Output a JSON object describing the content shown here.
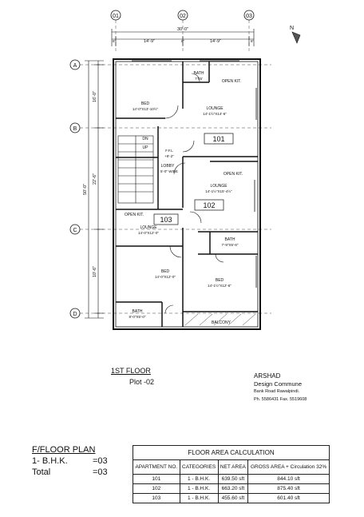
{
  "plan": {
    "grid_columns": [
      "01",
      "02",
      "03"
    ],
    "grid_rows": [
      "A",
      "B",
      "C",
      "D"
    ],
    "north_label": "N",
    "dims_top": {
      "overall": "30'-0\"",
      "bay_1": "14'-9\"",
      "bay_2": "14'-9\"",
      "edge_1": "6\"",
      "edge_2": "6\"",
      "edge_3": "6\""
    },
    "dims_left": {
      "overall": "50'-0\"",
      "seg_a": "16'-0\"",
      "seg_b": "22'-6\"",
      "seg_c": "10'-6\""
    },
    "rooms": [
      {
        "name": "BED",
        "size": "14'-0\"X13'-10½\""
      },
      {
        "name": "BATH",
        "size": "7'X5'"
      },
      {
        "name": "OPEN KIT."
      },
      {
        "name": "LOUNGE",
        "size": "14'-1½\"X14'-6\""
      },
      {
        "name": "DN"
      },
      {
        "name": "UP"
      },
      {
        "name": "F.F.L",
        "size": "+8'-2\""
      },
      {
        "name": "LOBBY",
        "size": "5'-0\" WIDE"
      },
      {
        "name": "OPEN KIT."
      },
      {
        "name": "LOUNGE",
        "size": "14'-1½\"X15'-4½\""
      },
      {
        "name": "OPEN KIT."
      },
      {
        "name": "LOUNGE",
        "size": "14'-0\"X12'-0\""
      },
      {
        "name": "BATH",
        "size": "7'-9\"X5'-6\""
      },
      {
        "name": "BED",
        "size": "14'-0\"X12'-0\""
      },
      {
        "name": "BED",
        "size": "14'-1½\"X12'-6\""
      },
      {
        "name": "BATH",
        "size": "8'-0\"X5'-0\""
      },
      {
        "name": "BALCONY"
      }
    ],
    "apartment_tags": [
      "101",
      "102",
      "103"
    ]
  },
  "sheet": {
    "floor_title": "1ST FLOOR",
    "plot": "Plot -02",
    "architect": {
      "name": "ARSHAD",
      "firm": "Design Commune",
      "address": "Bank Road Rawalpindi.",
      "contact": "Ph. 5586431   Fax. 5519608"
    }
  },
  "summary": {
    "title": "F/FLOOR PLAN",
    "rows": [
      {
        "label": "1- B.H.K.",
        "value": "=03"
      },
      {
        "label": "Total",
        "value": "=03"
      }
    ]
  },
  "area_table": {
    "title": "FLOOR AREA CALCULATION",
    "headers": [
      "APARTMENT NO.",
      "CATEGORIES",
      "NET AREA",
      "GROSS AREA + Circulation 32%"
    ],
    "rows": [
      [
        "101",
        "1 - B.H.K.",
        "639.50 sft",
        "844.10 sft"
      ],
      [
        "102",
        "1 - B.H.K.",
        "663.20 sft",
        "875.40 sft"
      ],
      [
        "103",
        "1 - B.H.K.",
        "455.60 sft",
        "601.40 sft"
      ]
    ]
  }
}
